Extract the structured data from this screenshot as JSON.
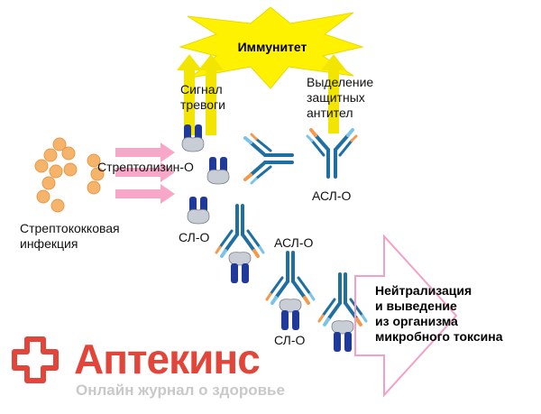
{
  "labels": {
    "immunity": "Иммунитет",
    "alarm_signal_line1": "Сигнал",
    "alarm_signal_line2": "тревоги",
    "antibody_release_line1": "Выделение",
    "antibody_release_line2": "защитных",
    "antibody_release_line3": "антител",
    "streptolysin": "Стрептолизин-О",
    "strep_infection_line1": "Стрептококковая",
    "strep_infection_line2": "инфекция",
    "aslo_top": "АСЛ-О",
    "aslo_mid": "АСЛ-О",
    "slo_left": "СЛ-О",
    "slo_bottom": "СЛ-О",
    "neutralization_line1": "Нейтрализация",
    "neutralization_line2": "и выведение",
    "neutralization_line3": "из организма",
    "neutralization_line4": "микробного токсина"
  },
  "logo": {
    "name": "Аптекинс",
    "tagline": "Онлайн журнал о здоровье"
  },
  "colors": {
    "immunity_star": "#fff200",
    "signal_arrow": "#f2e600",
    "toxin_navy": "#1f3a9a",
    "toxin_light": "#c9cdd6",
    "antibody_blue": "#1f6fa3",
    "antibody_tip_orange": "#f39a4e",
    "antibody_tip_blue": "#7cc3ea",
    "bacteria": "#f6b36a",
    "pink_arrow": "#f7a8c8",
    "big_arrow_outline": "#f4a0c6",
    "logo_red": "#e2463a",
    "logo_gray": "#c9c9c9"
  },
  "icons": [
    "immunity-star",
    "signal-arrow",
    "bacteria-cluster",
    "streptolysin-toxin",
    "antibody",
    "antibody-toxin-complex",
    "neutralization-arrow",
    "pharmacy-cross-icon"
  ]
}
